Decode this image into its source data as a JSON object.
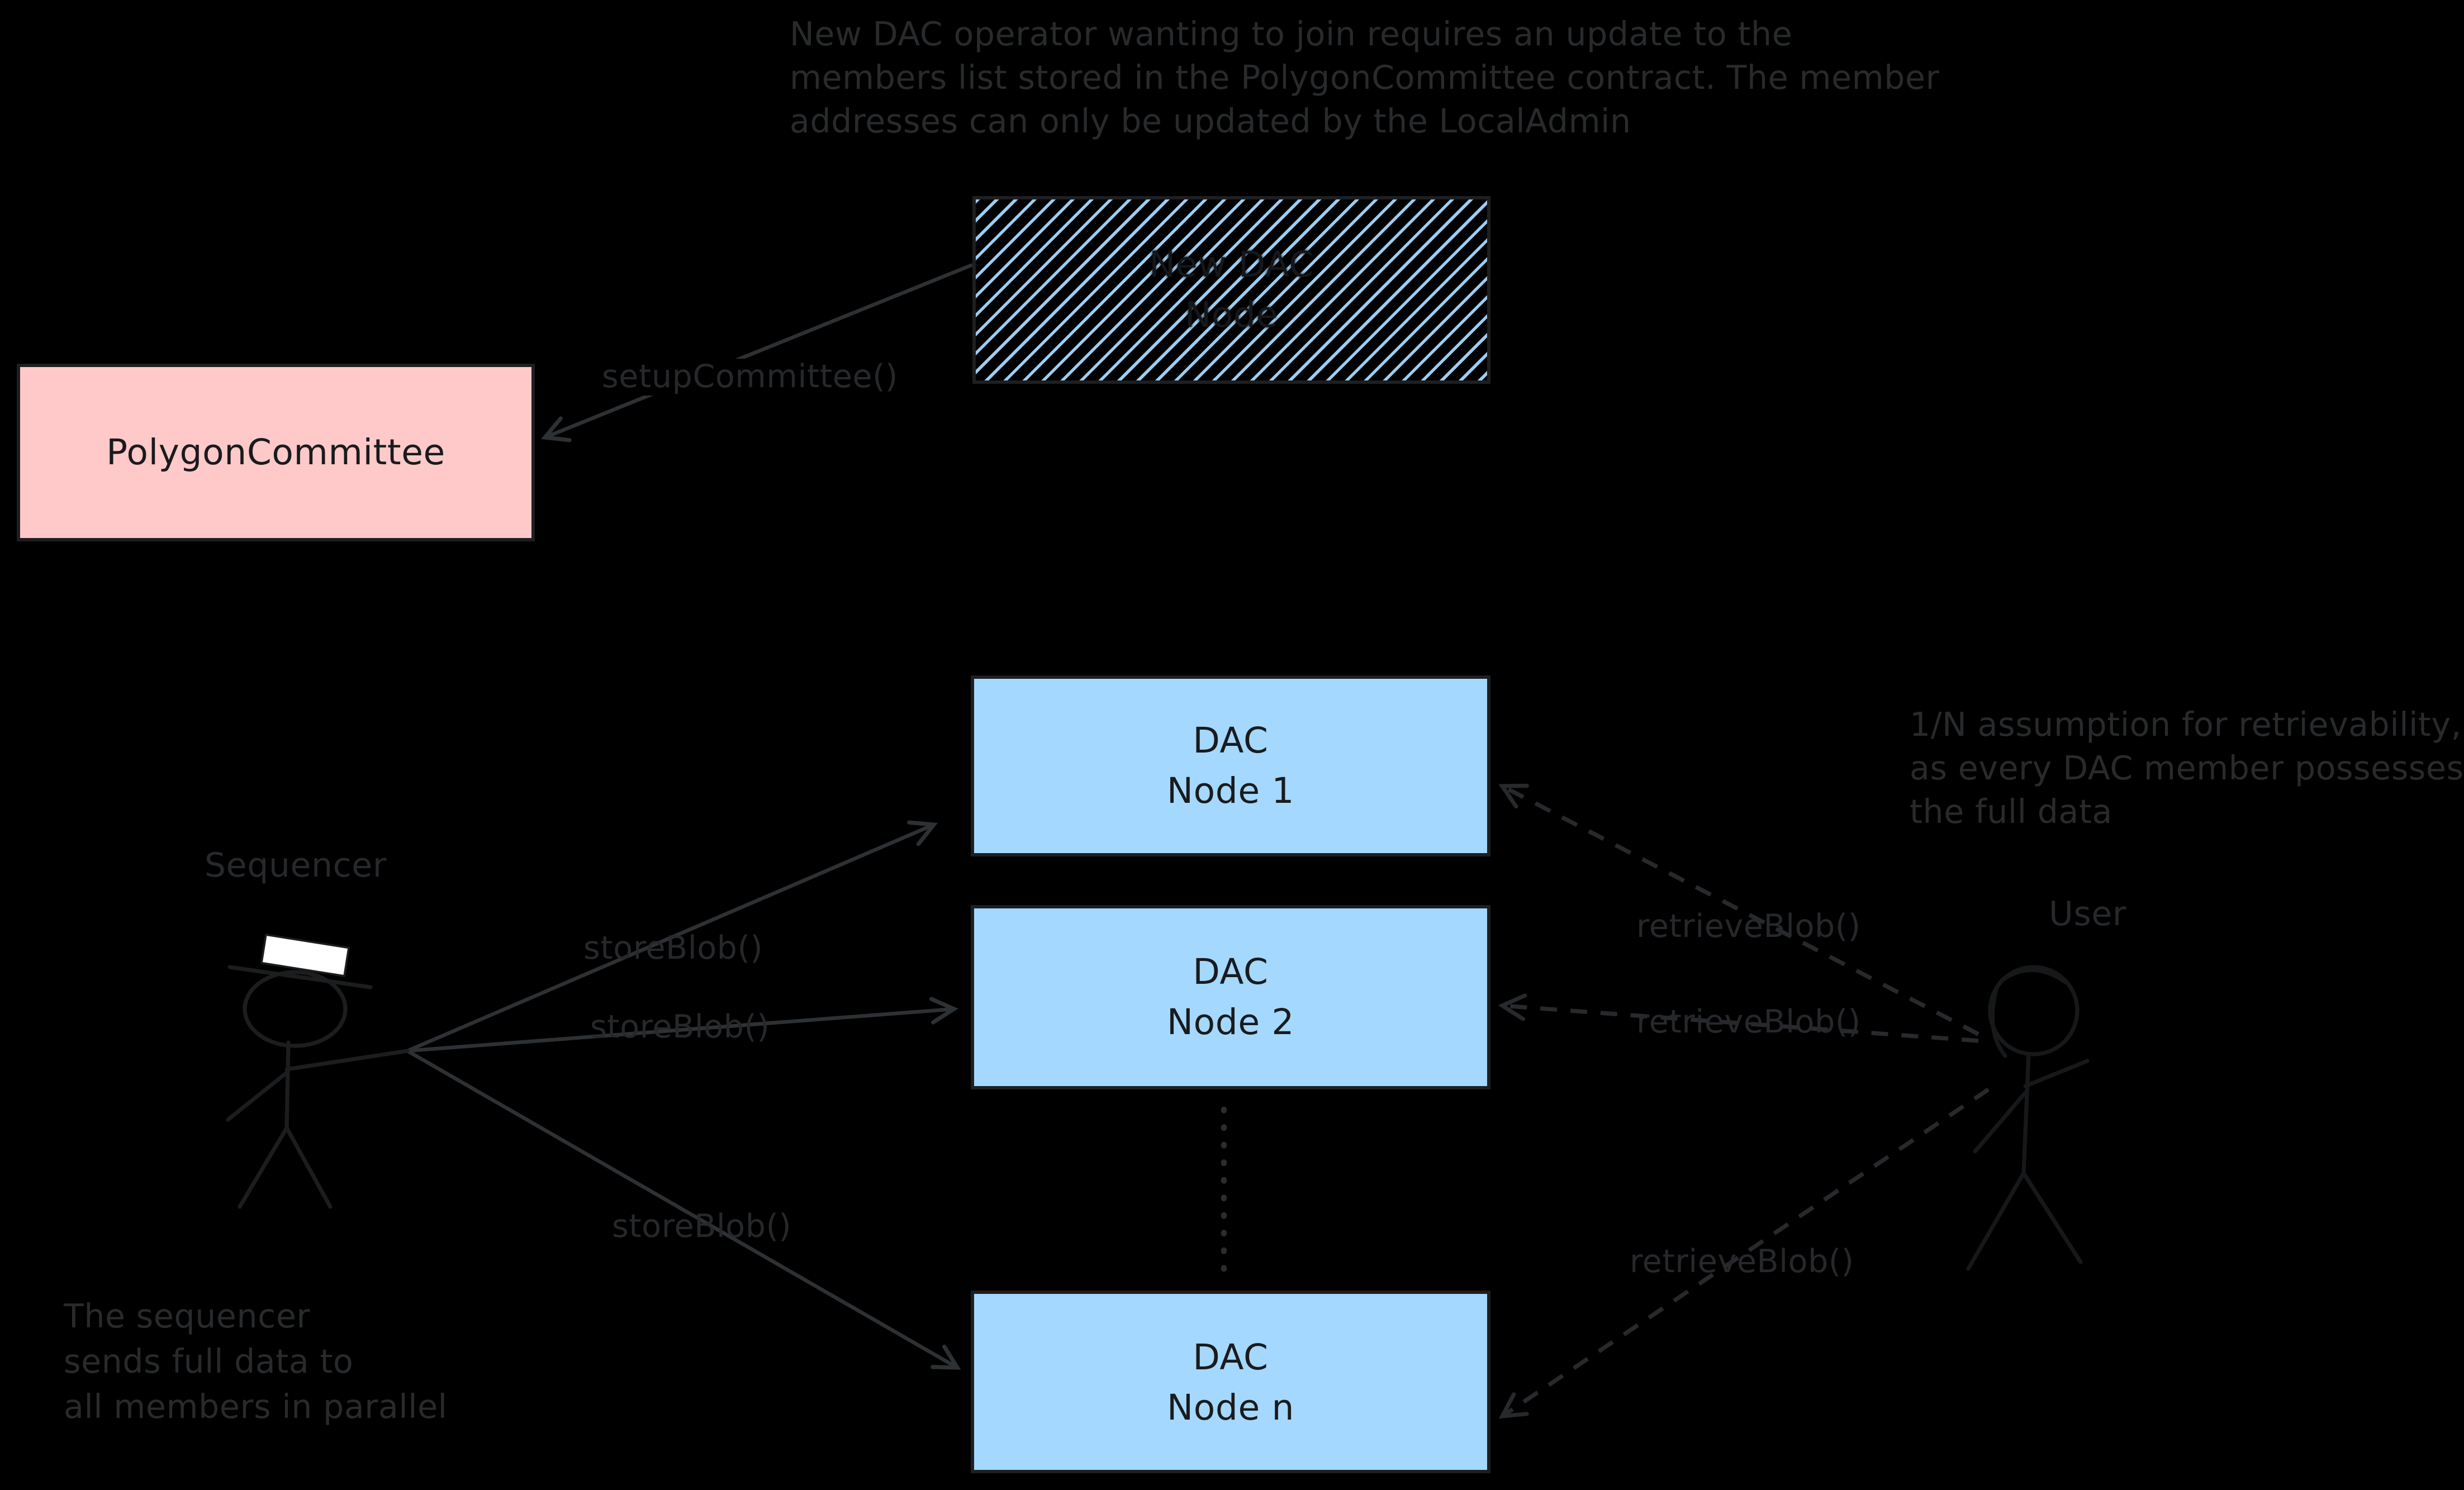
{
  "colors": {
    "background": "#000000",
    "note_text": "#282a2c",
    "box_border": "#1d1f21",
    "box_text": "#191b1d",
    "pink_fill": "#ffc9c9",
    "blue_fill": "#a5d8ff",
    "solid_arrow": "#2e3134",
    "dashed_arrow": "#27292c",
    "hat_white": "#ffffff"
  },
  "notes": {
    "top": {
      "lines": [
        "New DAC operator wanting to join requires an update to the",
        "members list stored in the PolygonCommittee contract. The member",
        "addresses can only be updated by the LocalAdmin"
      ]
    },
    "retrievability": {
      "lines": [
        "1/N assumption for retrievability,",
        "as every DAC member possesses",
        "the full data"
      ]
    },
    "sequencer_parallel": {
      "lines": [
        "The sequencer",
        "sends full data to",
        "all members in parallel"
      ]
    }
  },
  "actors": {
    "sequencer": {
      "label": "Sequencer"
    },
    "user": {
      "label": "User"
    }
  },
  "boxes": {
    "new_dac_node": {
      "line1": "New DAC",
      "line2": "Node"
    },
    "polygon_committee": {
      "label": "PolygonCommittee"
    },
    "dac_node_1": {
      "line1": "DAC",
      "line2": "Node 1"
    },
    "dac_node_2": {
      "line1": "DAC",
      "line2": "Node 2"
    },
    "dac_node_n": {
      "line1": "DAC",
      "line2": "Node n"
    }
  },
  "edge_labels": {
    "setup_committee": "setupCommittee()",
    "store_blob_1": "storeBlob()",
    "store_blob_2": "storeBlob()",
    "store_blob_3": "storeBlob()",
    "retrieve_blob_1": "retrieveBlob()",
    "retrieve_blob_2": "retrieveBlob()",
    "retrieve_blob_3": "retrieveBlob()"
  }
}
